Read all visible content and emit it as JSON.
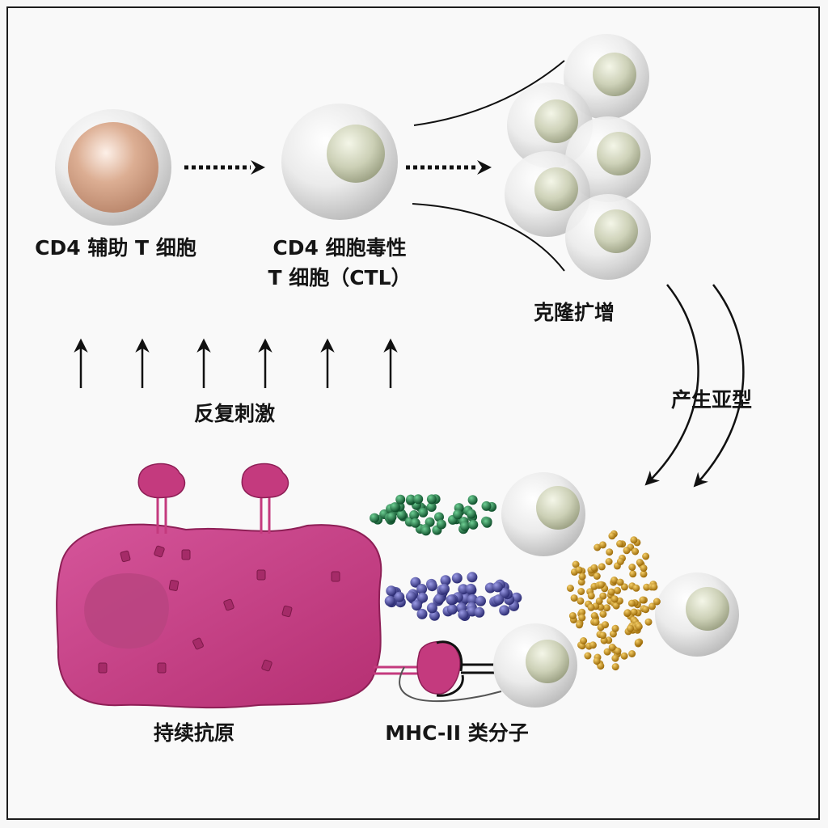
{
  "labels": {
    "helper": "CD4 辅助 T 细胞",
    "ctl_line1": "CD4 细胞毒性",
    "ctl_line2": "T 细胞（CTL）",
    "clonal": "克隆扩增",
    "subtypes": "产生亚型",
    "restim": "反复刺激",
    "antigen": "持续抗原",
    "mhc": "MHC-II 类分子"
  },
  "colors": {
    "cell_shell": "#e6e6e6",
    "helper_nucleus": "#d9a98c",
    "t_nucleus": "#ccd0b6",
    "antigen": "#c43a7e",
    "antigen_dark": "#8e1f56",
    "granule_green": "#176a3b",
    "granule_blue": "#3d3d8f",
    "granule_gold": "#c48a14"
  },
  "icons": [
    "dotted-arrow-icon",
    "up-arrow-icon",
    "curved-arrow-icon"
  ]
}
